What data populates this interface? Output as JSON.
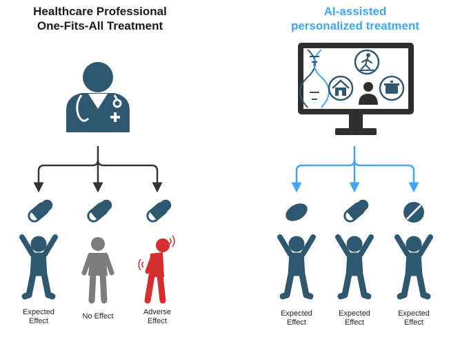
{
  "left_panel": {
    "title_line1": "Healthcare Professional",
    "title_line2": "One-Fits-All Treatment",
    "outcomes": [
      {
        "line1": "Expected",
        "line2": "Effect"
      },
      {
        "line1": "No Effect",
        "line2": ""
      },
      {
        "line1": "Adverse",
        "line2": "Effect"
      }
    ]
  },
  "right_panel": {
    "title_line1": "AI-assisted",
    "title_line2": "personalized treatment",
    "outcomes": [
      {
        "line1": "Expected",
        "line2": "Effect"
      },
      {
        "line1": "Expected",
        "line2": "Effect"
      },
      {
        "line1": "Expected",
        "line2": "Effect"
      }
    ]
  },
  "colors": {
    "primary": "#2e5770",
    "accent": "#42a5f5",
    "neutral": "#7d7d7d",
    "adverse": "#d32f2f",
    "arrow_dark": "#333333"
  },
  "icons": [
    "doctor-icon",
    "monitor-icon",
    "dna-icon",
    "running-icon",
    "home-icon",
    "person-icon",
    "cooking-pot-icon",
    "capsule-icon",
    "tablet-icon",
    "pill-icon"
  ]
}
